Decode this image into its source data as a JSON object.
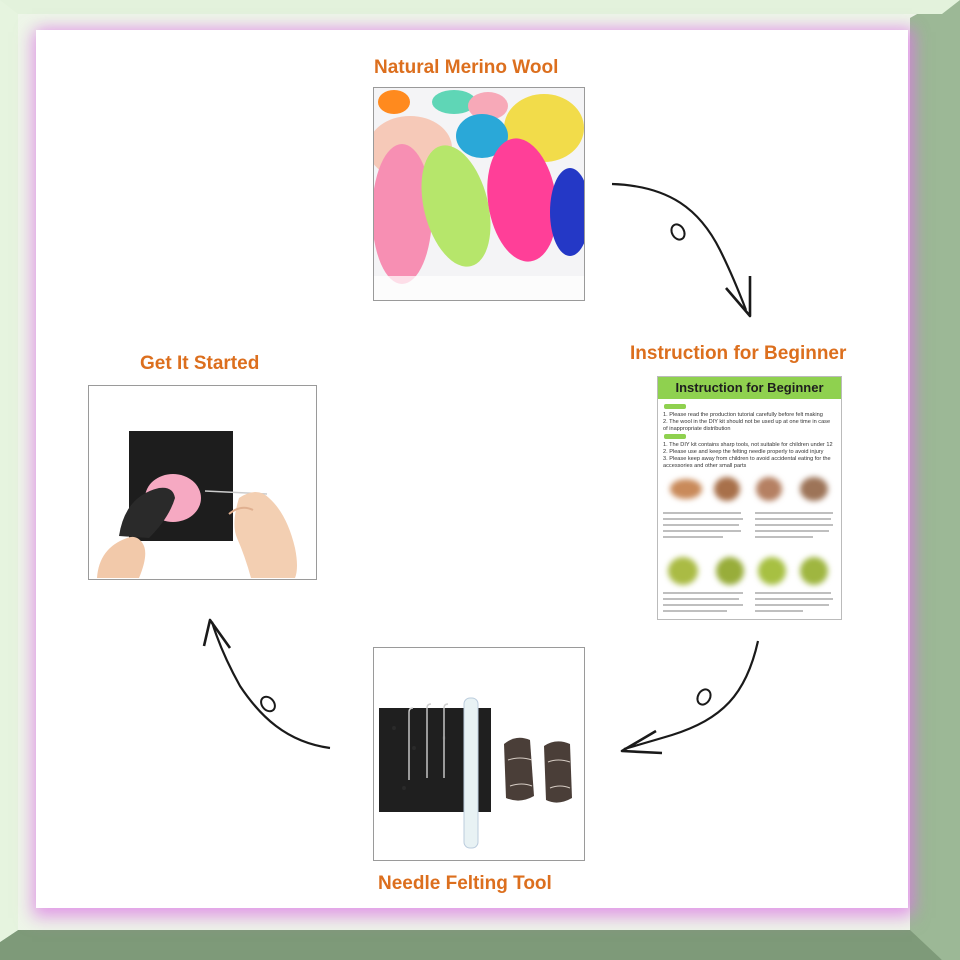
{
  "titles": {
    "wool": "Natural Merino Wool",
    "instruction": "Instruction for Beginner",
    "tool": "Needle Felting Tool",
    "started": "Get It Started"
  },
  "sheet": {
    "heading": "Instruction for Beginner",
    "tips_block": "1. Please read the production tutorial carefully before felt making\n2. The wool in the DIY kit should not be used up at one time in case of inappropriate distribution",
    "notes_block": "1. The DIY kit contains sharp tools, not suitable for children under 12\n2. Please use and keep the felting needle properly to avoid injury\n3. Please keep away from children to avoid accidental eating for the accessories and other small parts"
  },
  "colors": {
    "title": "#dc6f1e",
    "sheet_green": "#8fd14f",
    "frame_green": "#9cb896",
    "glow": "#e07ae8"
  }
}
